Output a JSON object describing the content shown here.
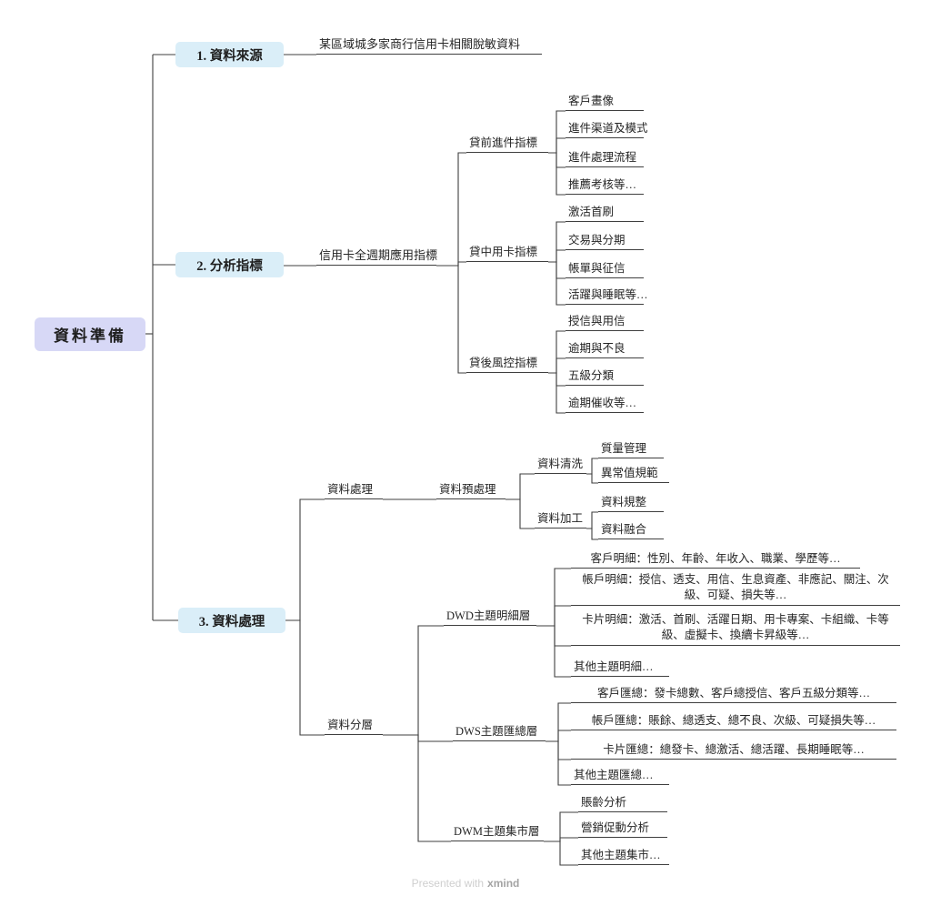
{
  "title_node": {
    "label": "資料準備"
  },
  "branches": [
    {
      "label": "1. 資料來源",
      "children": [
        {
          "label": "某區域城多家商行信用卡相關脫敏資料"
        }
      ]
    },
    {
      "label": "2. 分析指標",
      "children": [
        {
          "label": "信用卡全週期應用指標",
          "children": [
            {
              "label": "貸前進件指標",
              "children": [
                {
                  "label": "客戶畫像"
                },
                {
                  "label": "進件渠道及模式"
                },
                {
                  "label": "進件處理流程"
                },
                {
                  "label": "推薦考核等…"
                }
              ]
            },
            {
              "label": "貸中用卡指標",
              "children": [
                {
                  "label": "激活首刷"
                },
                {
                  "label": "交易與分期"
                },
                {
                  "label": "帳單與征信"
                },
                {
                  "label": "活躍與睡眠等…"
                }
              ]
            },
            {
              "label": "貸後風控指標",
              "children": [
                {
                  "label": "授信與用信"
                },
                {
                  "label": "逾期與不良"
                },
                {
                  "label": "五級分類"
                },
                {
                  "label": "逾期催收等…"
                }
              ]
            }
          ]
        }
      ]
    },
    {
      "label": "3. 資料處理",
      "children": [
        {
          "label": "資料處理",
          "children": [
            {
              "label": "資料預處理",
              "children": [
                {
                  "label": "資料清洗",
                  "children": [
                    {
                      "label": "質量管理"
                    },
                    {
                      "label": "異常值規範"
                    }
                  ]
                },
                {
                  "label": "資料加工",
                  "children": [
                    {
                      "label": "資料規整"
                    },
                    {
                      "label": "資料融合"
                    }
                  ]
                }
              ]
            }
          ]
        },
        {
          "label": "資料分層",
          "children": [
            {
              "label": "DWD主題明細層",
              "children": [
                {
                  "label": "客戶明細：性別、年齡、年收入、職業、學歷等…"
                },
                {
                  "label": "帳戶明細：授信、透支、用信、生息資產、非應記、關注、次級、可疑、損失等…"
                },
                {
                  "label": "卡片明細：激活、首刷、活躍日期、用卡專案、卡組織、卡等級、虛擬卡、換續卡昇級等…"
                },
                {
                  "label": "其他主題明細…"
                }
              ]
            },
            {
              "label": "DWS主題匯總層",
              "children": [
                {
                  "label": "客戶匯總：發卡總數、客戶總授信、客戶五級分類等…"
                },
                {
                  "label": "帳戶匯總：賬餘、總透支、總不良、次級、可疑損失等…"
                },
                {
                  "label": "卡片匯總：總發卡、總激活、總活躍、長期睡眠等…"
                },
                {
                  "label": "其他主題匯總…"
                }
              ]
            },
            {
              "label": "DWM主題集市層",
              "children": [
                {
                  "label": "賬齡分析"
                },
                {
                  "label": "營銷促動分析"
                },
                {
                  "label": "其他主題集市…"
                }
              ]
            }
          ]
        }
      ]
    }
  ],
  "footer": {
    "prefix": "Presented with",
    "brand": "xmind"
  },
  "colors": {
    "root_bg": "#d7d8f6",
    "branch_bg": "#daeef8",
    "line": "#3f3f3f"
  }
}
